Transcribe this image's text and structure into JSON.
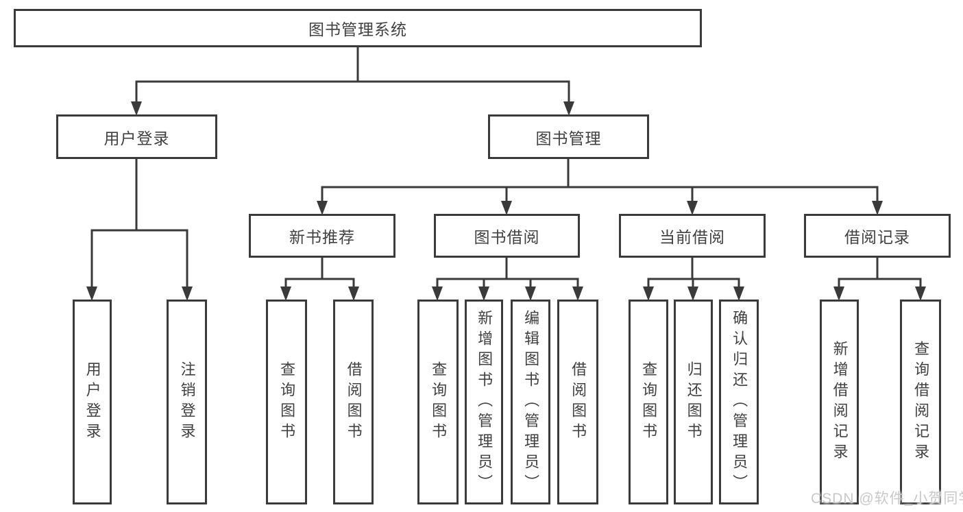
{
  "diagram": {
    "watermark": "CSDN @软件_小贺同学"
  },
  "nodes": {
    "root": "图书管理系统",
    "user_login": "用户登录",
    "book_management": "图书管理",
    "new_book_recommend": "新书推荐",
    "book_borrow": "图书借阅",
    "current_borrow": "当前借阅",
    "borrow_records": "借阅记录",
    "leaf_user_login": "用户登录",
    "leaf_logout": "注销登录",
    "leaf_query_book_recommend": "查询图书",
    "leaf_borrow_book_recommend": "借阅图书",
    "leaf_query_book_borrow": "查询图书",
    "leaf_add_book_admin": "新增图书（管理员）",
    "leaf_edit_book_admin": "编辑图书（管理员）",
    "leaf_borrow_book_borrow": "借阅图书",
    "leaf_query_book_current": "查询图书",
    "leaf_return_book": "归还图书",
    "leaf_confirm_return_admin": "确认归还（管理员）",
    "leaf_add_borrow_record": "新增借阅记录",
    "leaf_query_borrow_record": "查询借阅记录"
  },
  "colors": {
    "line": "#3a3a3a",
    "text": "#404040",
    "watermark": "#c8c8c8",
    "background": "#ffffff"
  }
}
